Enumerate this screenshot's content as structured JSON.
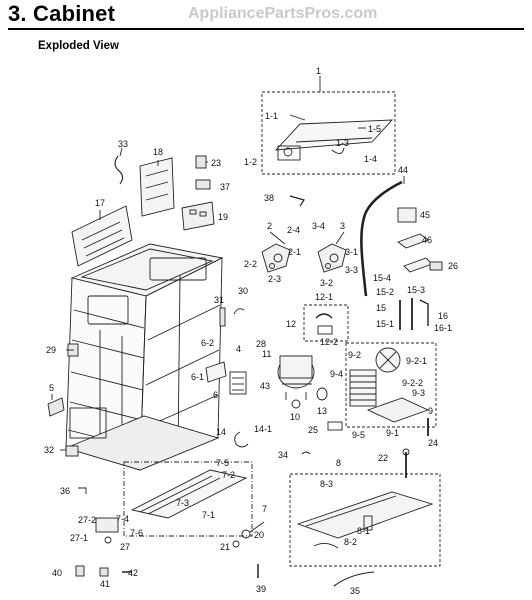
{
  "header": {
    "section_title": "3. Cabinet",
    "watermark": "AppliancePartsPros.com",
    "view_title": "Exploded View"
  },
  "callouts": {
    "c1": "1",
    "c1_1": "1-1",
    "c1_2": "1-2",
    "c1_3": "1-3",
    "c1_4": "1-4",
    "c1_5": "1-5",
    "c2": "2",
    "c2_1": "2-1",
    "c2_2": "2-2",
    "c2_3": "2-3",
    "c2_4": "2-4",
    "c3": "3",
    "c3_1": "3-1",
    "c3_2": "3-2",
    "c3_3": "3-3",
    "c3_4": "3-4",
    "c4": "4",
    "c5": "5",
    "c6": "6",
    "c6_1": "6-1",
    "c6_2": "6-2",
    "c7": "7",
    "c7_1": "7-1",
    "c7_2": "7-2",
    "c7_3": "7-3",
    "c7_4": "7-4",
    "c7_5": "7-5",
    "c7_6": "7-6",
    "c8": "8",
    "c8_1": "8-1",
    "c8_2": "8-2",
    "c8_3": "8-3",
    "c9": "9",
    "c9_1": "9-1",
    "c9_2": "9-2",
    "c9_2_1": "9-2-1",
    "c9_2_2": "9-2-2",
    "c9_3": "9-3",
    "c9_4": "9-4",
    "c9_5": "9-5",
    "c10": "10",
    "c11": "11",
    "c12": "12",
    "c12_1": "12-1",
    "c12_2": "12-2",
    "c13": "13",
    "c14": "14",
    "c14_1": "14-1",
    "c15": "15",
    "c15_1": "15-1",
    "c15_2": "15-2",
    "c15_3": "15-3",
    "c15_4": "15-4",
    "c16": "16",
    "c16_1": "16-1",
    "c17": "17",
    "c18": "18",
    "c19": "19",
    "c20": "20",
    "c21": "21",
    "c22": "22",
    "c23": "23",
    "c24": "24",
    "c25": "25",
    "c26": "26",
    "c27": "27",
    "c27_1": "27-1",
    "c27_2": "27-2",
    "c28": "28",
    "c29": "29",
    "c30": "30",
    "c31": "31",
    "c32": "32",
    "c33": "33",
    "c34": "34",
    "c35": "35",
    "c36": "36",
    "c37": "37",
    "c38": "38",
    "c39": "39",
    "c40": "40",
    "c41": "41",
    "c42": "42",
    "c43": "43",
    "c44": "44",
    "c45": "45",
    "c46": "46"
  }
}
